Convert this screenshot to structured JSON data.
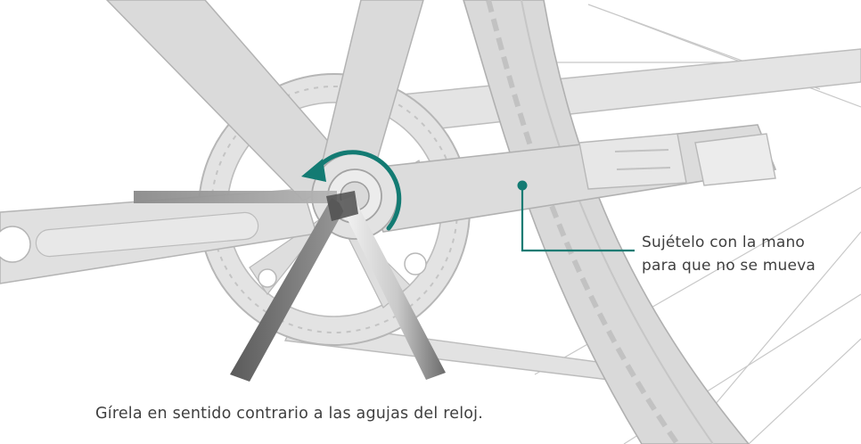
{
  "annotations": {
    "hold_text": [
      "Sujételo con la mano",
      "para que no se mueva"
    ],
    "turn_text": "Gírela en sentido contrario a las agujas del reloj."
  },
  "colors": {
    "accent": "#137b73",
    "bike_fill": "#dddddd",
    "bike_stroke": "#b3b3b3",
    "tool_dark": "#6b6b6b",
    "tool_light": "#f2f2f2",
    "text": "#3f3f3f"
  },
  "icons": {
    "rotation_arrow": "counterclockwise-arrow-icon",
    "hold_pointer": "pointer-dot-icon"
  }
}
